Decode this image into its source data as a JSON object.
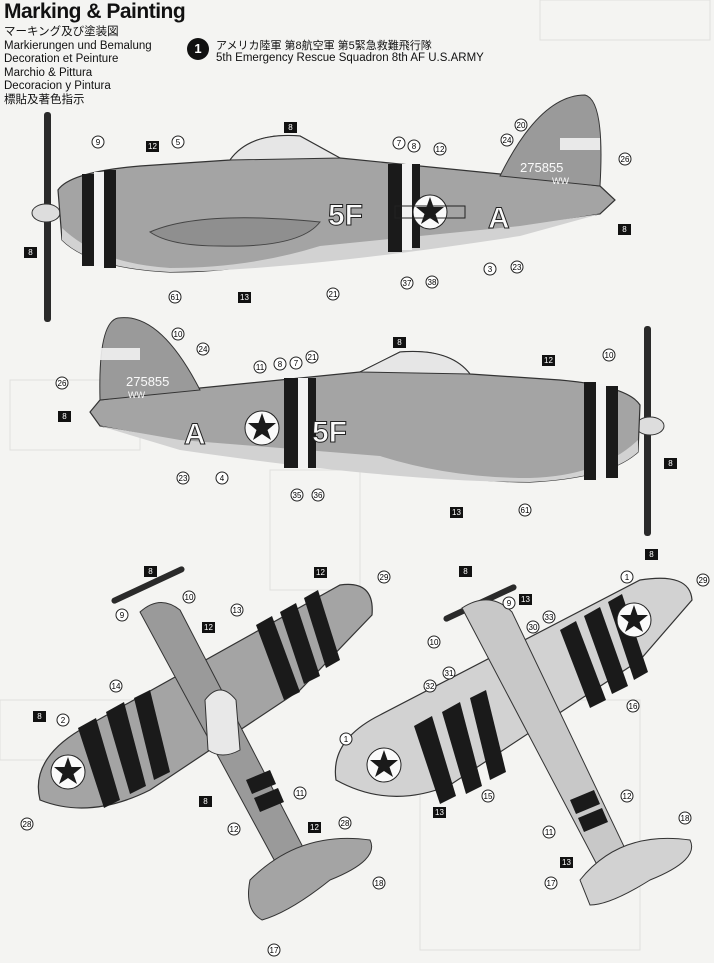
{
  "header": {
    "title": "Marking & Painting",
    "subtitle_jp": "マーキング及び塗装図",
    "languages": [
      "Markierungen und Bemalung",
      "Decoration et Peinture",
      "Marchio & Pittura",
      "Decoracion y Pintura",
      "標貼及著色指示"
    ]
  },
  "scheme": {
    "number": "1",
    "title_jp": "アメリカ陸軍 第8航空軍 第5緊急救難飛行隊",
    "title_en": "5th Emergency Rescue Squadron 8th AF U.S.ARMY"
  },
  "markings": {
    "squadron_code": "5F",
    "individual_letter": "A",
    "serial": "275855",
    "tail_code": "WW"
  },
  "callouts_left_profile": [
    "9",
    "12",
    "5",
    "8",
    "7",
    "8",
    "12",
    "20",
    "24",
    "26",
    "8",
    "8",
    "61",
    "13",
    "21",
    "37",
    "38",
    "3",
    "23"
  ],
  "callouts_right_profile": [
    "10",
    "24",
    "26",
    "8",
    "11",
    "8",
    "7",
    "21",
    "8",
    "12",
    "10",
    "8",
    "23",
    "4",
    "35",
    "36",
    "13",
    "61"
  ],
  "callouts_top_view": [
    "8",
    "10",
    "9",
    "12",
    "13",
    "12",
    "29",
    "14",
    "8",
    "2",
    "8",
    "11",
    "12",
    "12",
    "18",
    "28",
    "17"
  ],
  "callouts_bottom_view": [
    "8",
    "9",
    "13",
    "33",
    "30",
    "1",
    "29",
    "8",
    "10",
    "31",
    "32",
    "16",
    "1",
    "15",
    "12",
    "13",
    "11",
    "28",
    "18",
    "13",
    "17"
  ],
  "colors": {
    "camouflage_dark": "#8c8c8c",
    "camouflage_mid": "#a8a8a8",
    "underside": "#d2d2d2",
    "stripe_black": "#1a1a1a",
    "stripe_white": "#f4f4f4",
    "callout_box": "#111111"
  }
}
